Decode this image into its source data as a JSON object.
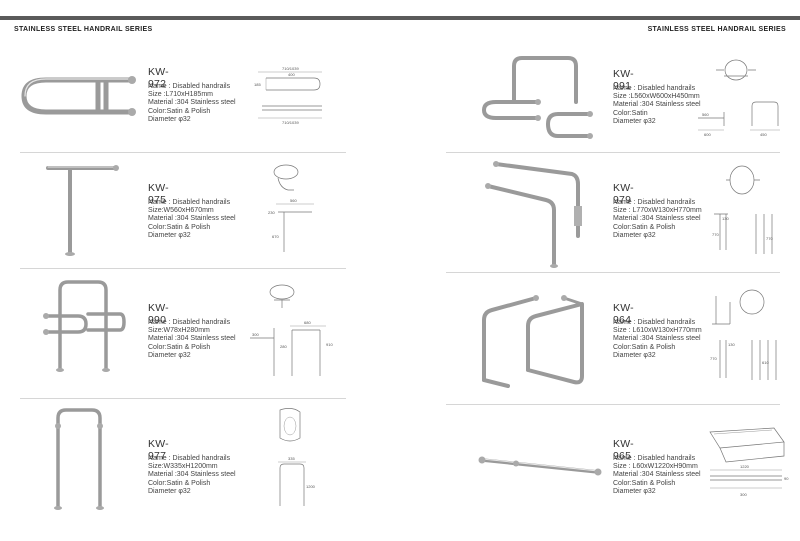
{
  "header": {
    "left_title": "STAINLESS STEEL HANDRAIL  SERIES",
    "right_title": "STAINLESS STEEL HANDRAIL  SERIES"
  },
  "products": [
    {
      "model": "KW-972",
      "name": "Name : Disabled handrails",
      "size": "Size :L710xH185mm",
      "material": "Material :304 Stainless steel",
      "color": "Color:Satin & Polish",
      "diameter": "Diameter  φ32",
      "dims": [
        "710/1039",
        "400",
        "185",
        "710/1039"
      ]
    },
    {
      "model": "KW-975",
      "name": "Name : Disabled handrails",
      "size": "Size:W560xH670mm",
      "material": "Material :304 Stainless steel",
      "color": "Color:Satin & Polish",
      "diameter": "Diameter  φ32",
      "dims": [
        "560",
        "230",
        "670"
      ]
    },
    {
      "model": "KW-990",
      "name": "Name : Disabled handrails",
      "size": "Size:W78xH280mm",
      "material": "Material :304 Stainless steel",
      "color": "Color:Satin & Polish",
      "diameter": "Diameter  φ32",
      "dims": [
        "680",
        "300",
        "280",
        "910"
      ]
    },
    {
      "model": "KW-977",
      "name": "Name : Disabled handrails",
      "size": "Size:W335xH1200mm",
      "material": "Material :304 Stainless steel",
      "color": "Color:Satin & Polish",
      "diameter": "Diameter  φ32",
      "dims": [
        "335",
        "1200"
      ]
    },
    {
      "model": "KW-991",
      "name": "Name : Disabled handrails",
      "size": "Size :L560xW600xH450mm",
      "material": "Material :304 Stainless steel",
      "color": "Color:Satin",
      "diameter": "Diameter  φ32",
      "dims": [
        "600",
        "560",
        "450"
      ]
    },
    {
      "model": "KW-979",
      "name": "Name : Disabled handrails",
      "size": "Size : L770xW130xH770mm",
      "material": "Material :304 Stainless steel",
      "color": "Color:Satin & Polish",
      "diameter": "Diameter  φ32",
      "dims": [
        "770",
        "130",
        "770"
      ]
    },
    {
      "model": "KW-964",
      "name": "Name : Disabled handrails",
      "size": "Size : L610xW130xH770mm",
      "material": "Material :304 Stainless steel",
      "color": "Color:Satin & Polish",
      "diameter": "Diameter  φ32",
      "dims": [
        "610",
        "130",
        "770"
      ]
    },
    {
      "model": "KW-965",
      "name": "Name : Disabled handrails",
      "size": "Size : L60xW1220xH90mm",
      "material": "Material :304 Stainless steel",
      "color": "Color:Satin & Polish",
      "diameter": "Diameter  φ32",
      "dims": [
        "1220",
        "90",
        "300"
      ]
    }
  ]
}
